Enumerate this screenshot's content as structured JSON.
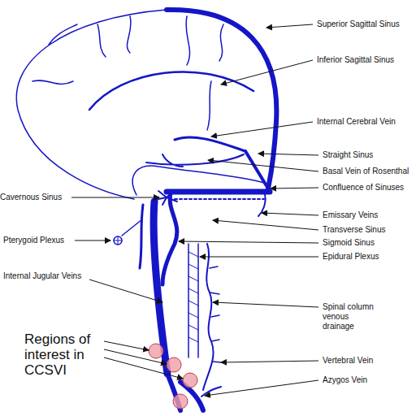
{
  "diagram": {
    "labels": [
      "Superior Sagittal Sinus",
      "Inferior Sagittal Sinus",
      "Internal Cerebral Vein",
      "Straight Sinus",
      "Basal Vein of Rosenthal",
      "Confluence of Sinuses",
      "Cavernous Sinus",
      "Emissary Veins",
      "Transverse Sinus",
      "Pterygoid Plexus",
      "Sigmoid Sinus",
      "Epidural Plexus",
      "Internal Jugular Veins",
      "Spinal column venous drainage",
      "Regions of interest in CCSVI",
      "Vertebral Vein",
      "Azygos Vein"
    ]
  }
}
